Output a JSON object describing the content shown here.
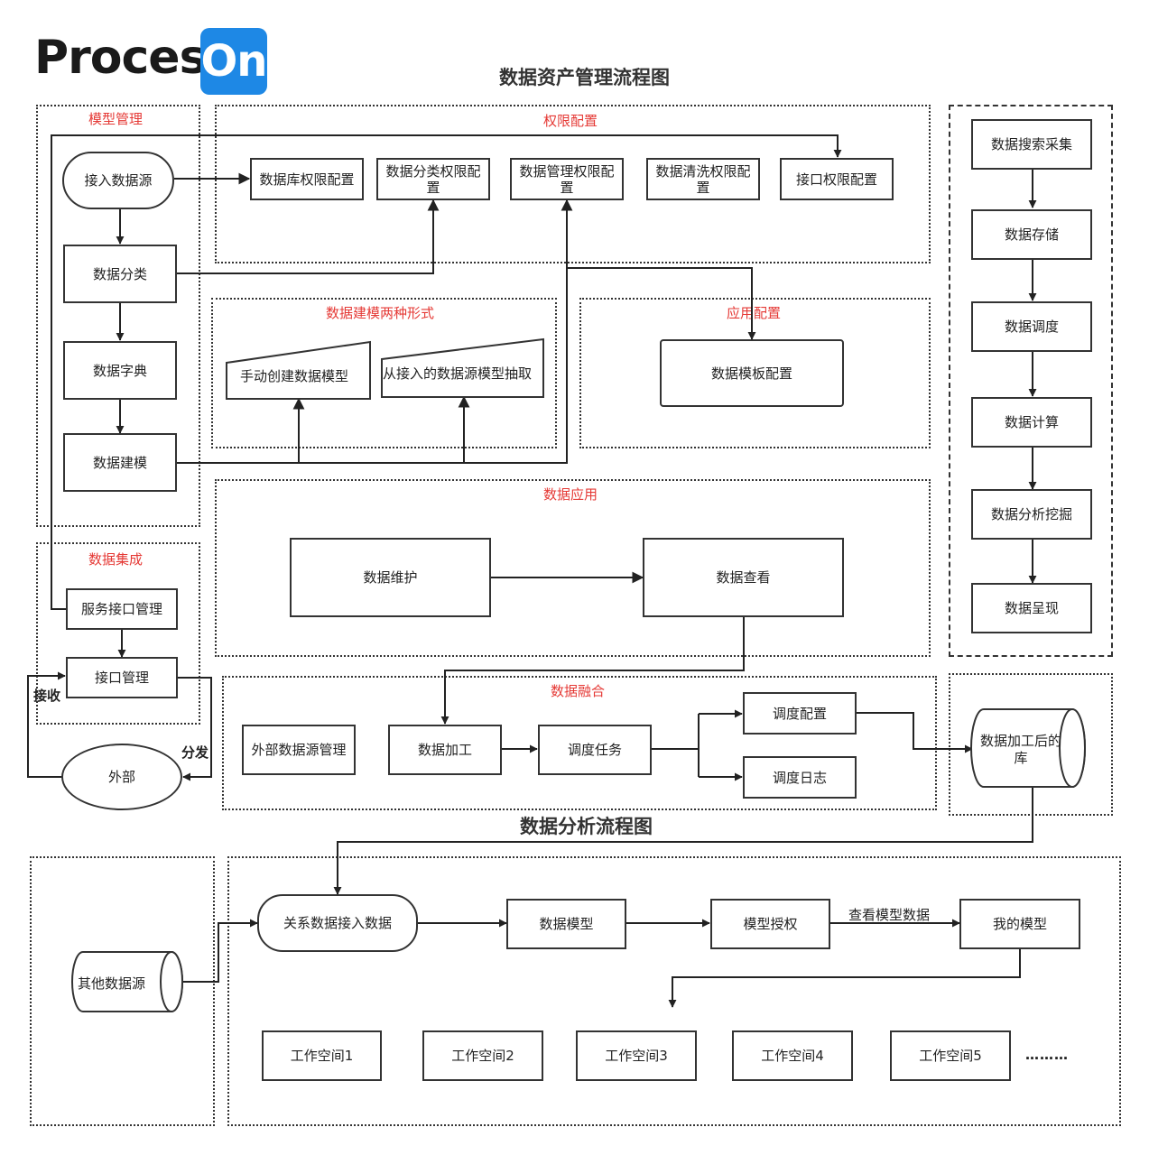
{
  "brand": {
    "logo_text": "Process",
    "logo_badge": "On"
  },
  "titles": {
    "main": "数据资产管理流程图",
    "analysis": "数据分析流程图"
  },
  "regions": {
    "model_mgmt": "模型管理",
    "permission": "权限配置",
    "modeling_forms": "数据建模两种形式",
    "app_config": "应用配置",
    "data_app": "数据应用",
    "integration": "数据集成",
    "fusion": "数据融合"
  },
  "nodes": {
    "source": "接入数据源",
    "classify": "数据分类",
    "dictionary": "数据字典",
    "modeling": "数据建模",
    "perm_db": "数据库权限配置",
    "perm_class": "数据分类权限配置",
    "perm_mgmt": "数据管理权限配置",
    "perm_clean": "数据清洗权限配置",
    "perm_api": "接口权限配置",
    "manual_model": "手动创建数据模型",
    "extract_model": "从接入的数据源模型抽取",
    "template_config": "数据模板配置",
    "maintain": "数据维护",
    "view": "数据查看",
    "service_api": "服务接口管理",
    "api_mgmt": "接口管理",
    "external": "外部",
    "ext_source_mgmt": "外部数据源管理",
    "processing": "数据加工",
    "schedule_task": "调度任务",
    "schedule_config": "调度配置",
    "schedule_log": "调度日志",
    "processed_db": "数据加工后的库",
    "search_collect": "数据搜索采集",
    "storage": "数据存储",
    "scheduling": "数据调度",
    "compute": "数据计算",
    "analysis_mining": "数据分析挖掘",
    "presentation": "数据呈现",
    "relational_access": "关系数据接入数据",
    "data_model": "数据模型",
    "model_auth": "模型授权",
    "my_model": "我的模型",
    "other_source": "其他数据源",
    "ws1": "工作空间1",
    "ws2": "工作空间2",
    "ws3": "工作空间3",
    "ws4": "工作空间4",
    "ws5": "工作空间5"
  },
  "edge_labels": {
    "receive": "接收",
    "distribute": "分发",
    "view_model_data": "查看模型数据"
  },
  "ellipsis": "………",
  "colors": {
    "section_label": "#e53935",
    "logo_blue": "#1e88e5",
    "stroke": "#333333"
  }
}
